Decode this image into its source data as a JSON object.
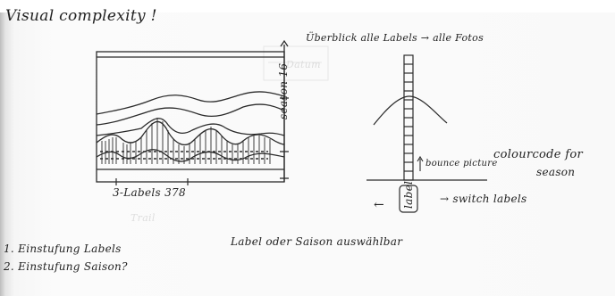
{
  "title": "Visual complexity !",
  "headline_right": "Überblick alle Labels → alle Fotos",
  "axis_right_label": "season 16",
  "chart_x_label": "3-Labels 378",
  "colourcode_label": "colourcode for",
  "colourcode_sub": "season",
  "bounce_label": "bounce picture",
  "label_button_text": "label",
  "switch_arrow_left": "←",
  "switch_labels_text": "→  switch labels",
  "list_item_1": "1. Einstufung Labels",
  "list_item_2": "2. Einstufung Saison?",
  "bottom_caption": "Label oder Saison auswählbar",
  "faint_text_1": "Datum",
  "faint_text_2": "Trail"
}
